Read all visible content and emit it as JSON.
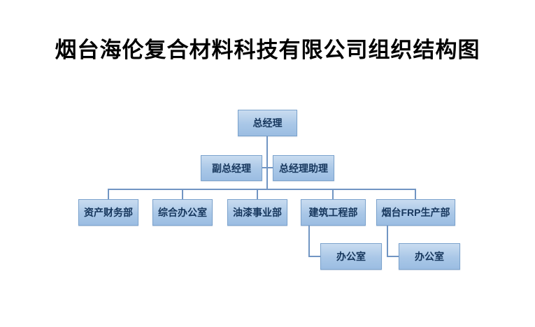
{
  "title": "烟台海伦复合材料科技有限公司组织结构图",
  "nodes": {
    "general_manager": "总经理",
    "deputy_general_manager": "副总经理",
    "gm_assistant": "总经理助理",
    "asset_finance_dept": "资产财务部",
    "general_office": "综合办公室",
    "paint_division": "油漆事业部",
    "construction_dept": "建筑工程部",
    "frp_production_dept": "烟台FRP生产部",
    "construction_office": "办公室",
    "frp_office": "办公室"
  },
  "edges": [
    {
      "from": "general_manager",
      "to": "deputy_general_manager",
      "type": "assistant-left"
    },
    {
      "from": "general_manager",
      "to": "gm_assistant",
      "type": "assistant-right"
    },
    {
      "from": "general_manager",
      "to": "asset_finance_dept",
      "type": "subordinate"
    },
    {
      "from": "general_manager",
      "to": "general_office",
      "type": "subordinate"
    },
    {
      "from": "general_manager",
      "to": "paint_division",
      "type": "subordinate"
    },
    {
      "from": "general_manager",
      "to": "construction_dept",
      "type": "subordinate"
    },
    {
      "from": "general_manager",
      "to": "frp_production_dept",
      "type": "subordinate"
    },
    {
      "from": "construction_dept",
      "to": "construction_office",
      "type": "subordinate"
    },
    {
      "from": "frp_production_dept",
      "to": "frp_office",
      "type": "subordinate"
    }
  ],
  "colors": {
    "box_fill_top": "#c9dcf0",
    "box_fill_bottom": "#9bbde2",
    "box_border": "#7ca3cd",
    "box_text": "#16365c",
    "connector": "#7195c3",
    "title_text": "#000000",
    "background": "#ffffff"
  }
}
